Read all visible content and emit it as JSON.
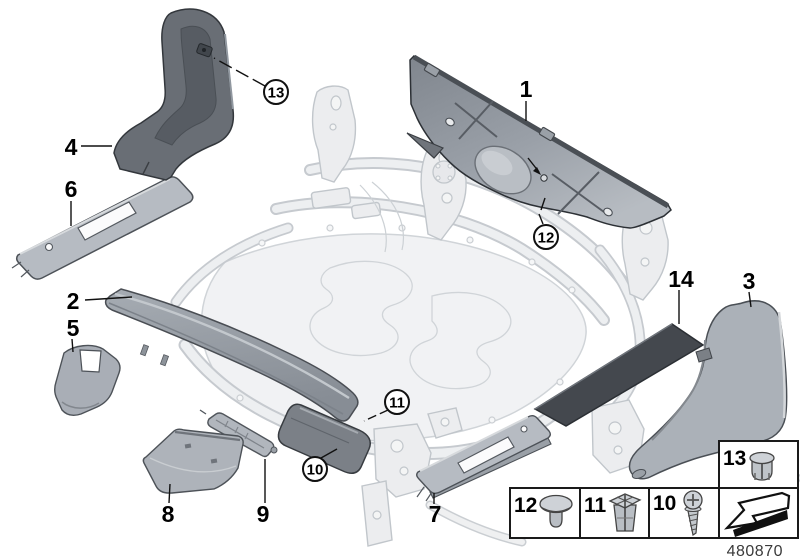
{
  "diagram": {
    "plate_number": "480870"
  },
  "callouts": {
    "plain": {
      "1": "1",
      "2": "2",
      "3": "3",
      "4": "4",
      "5": "5",
      "6": "6",
      "7": "7",
      "8": "8",
      "9": "9",
      "14": "14"
    },
    "circled": {
      "10": "10",
      "11": "11",
      "12": "12",
      "13": "13"
    }
  },
  "legend": {
    "cells": [
      {
        "number": "12",
        "icon": "push-rivet-icon"
      },
      {
        "number": "11",
        "icon": "expansion-nut-icon"
      },
      {
        "number": "10",
        "icon": "self-tapping-screw-icon"
      },
      {
        "number": "",
        "icon": "installation-direction-arrow-icon"
      }
    ],
    "floating_cell": {
      "number": "13",
      "icon": "blind-plug-icon"
    }
  },
  "colors": {
    "line": "#1a1a1a",
    "part_dark": "#44484e",
    "part_medium": "#979da5",
    "part_light": "#b4b9c0",
    "ghost": "#e9ebed"
  }
}
